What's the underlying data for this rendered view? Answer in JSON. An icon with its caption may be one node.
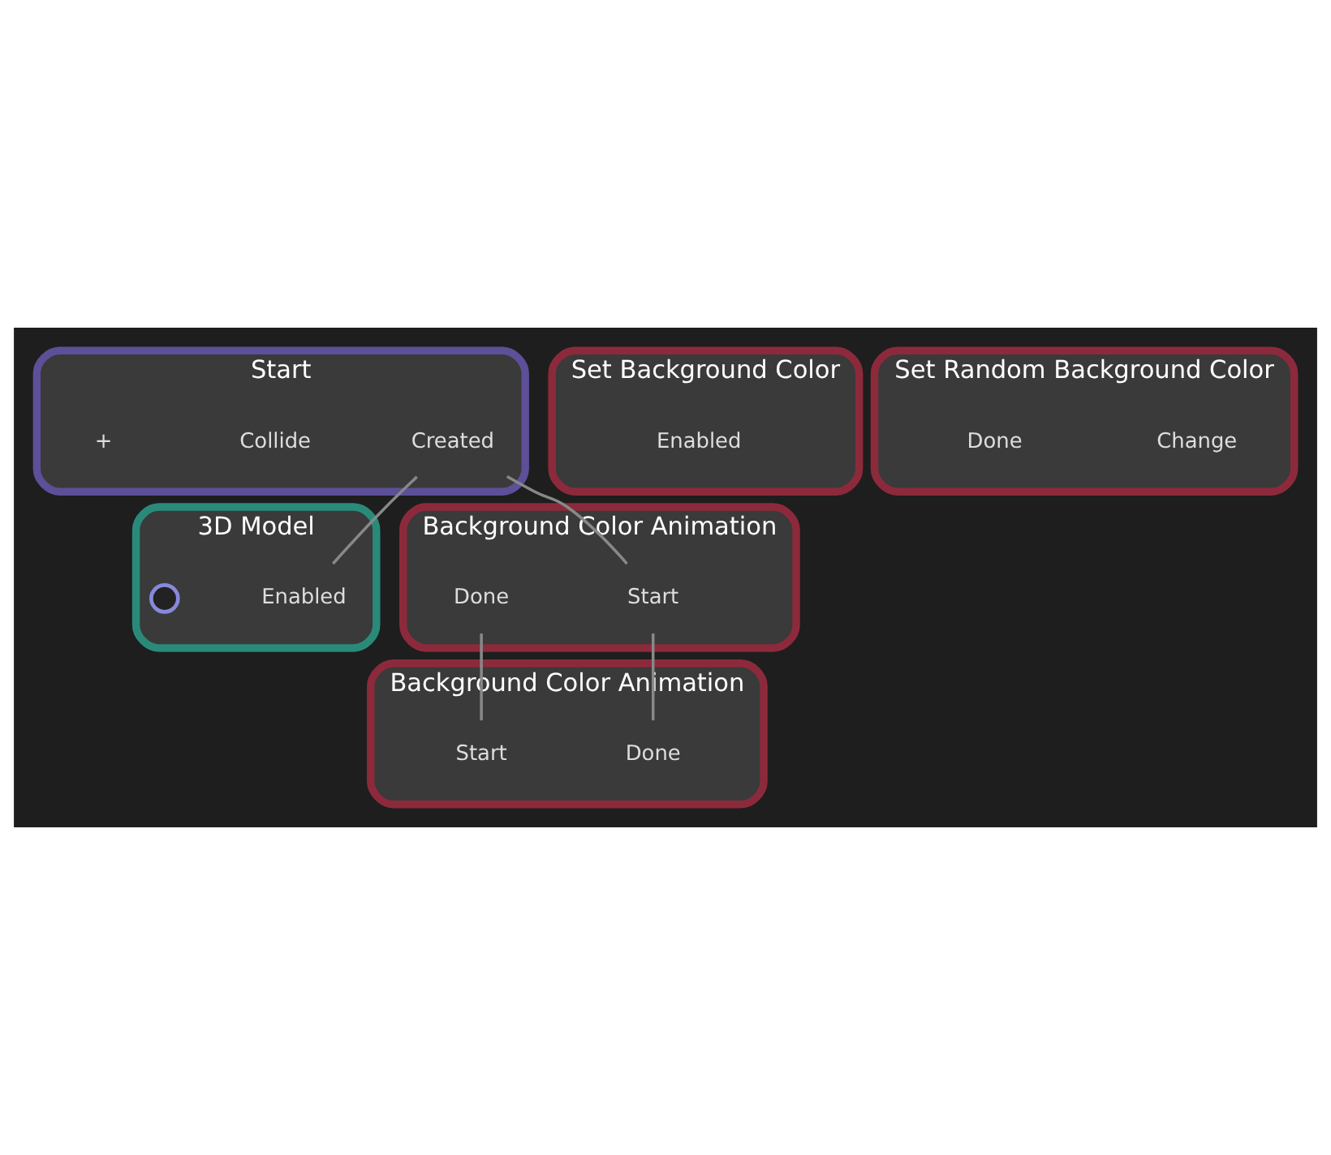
{
  "diagram": {
    "nodes": [
      {
        "text": [
          "Start"
        ]
      },
      {
        "text": [
          "Created"
        ],
        "in": 0
      },
      {
        "text": [
          "Collide"
        ],
        "in": 0
      },
      {
        "text": [
          "+"
        ],
        "in": 0
      },
      {
        "text": [
          "3D Model"
        ]
      },
      {
        "text": [
          "Enabled"
        ],
        "in": 4
      },
      {
        "text": [],
        "shape": "circle",
        "in": 4
      },
      {
        "text": [
          "Set Background Color"
        ]
      },
      {
        "text": [
          "Enabled"
        ],
        "in": 7
      },
      {
        "text": [
          "Set Random Background Color"
        ]
      },
      {
        "text": [
          "Change"
        ],
        "in": 9
      },
      {
        "text": [
          "Done"
        ],
        "in": 9
      },
      {
        "text": [
          "Background Color Animation"
        ]
      },
      {
        "text": [
          "Start"
        ],
        "in": 12
      },
      {
        "text": [
          "Done"
        ],
        "in": 12
      },
      {
        "text": [
          "Background Color Animation"
        ]
      },
      {
        "text": [
          "Start"
        ],
        "in": 15
      },
      {
        "text": [
          "Done"
        ],
        "in": 15
      }
    ],
    "edges": [
      {
        "from": 1,
        "to": 5,
        "arrow": "none"
      },
      {
        "from": 1,
        "to": 13,
        "arrow": "none"
      },
      {
        "from": 14,
        "to": 16,
        "arrow": "none"
      },
      {
        "from": 17,
        "to": 13,
        "arrow": "none"
      }
    ]
  }
}
